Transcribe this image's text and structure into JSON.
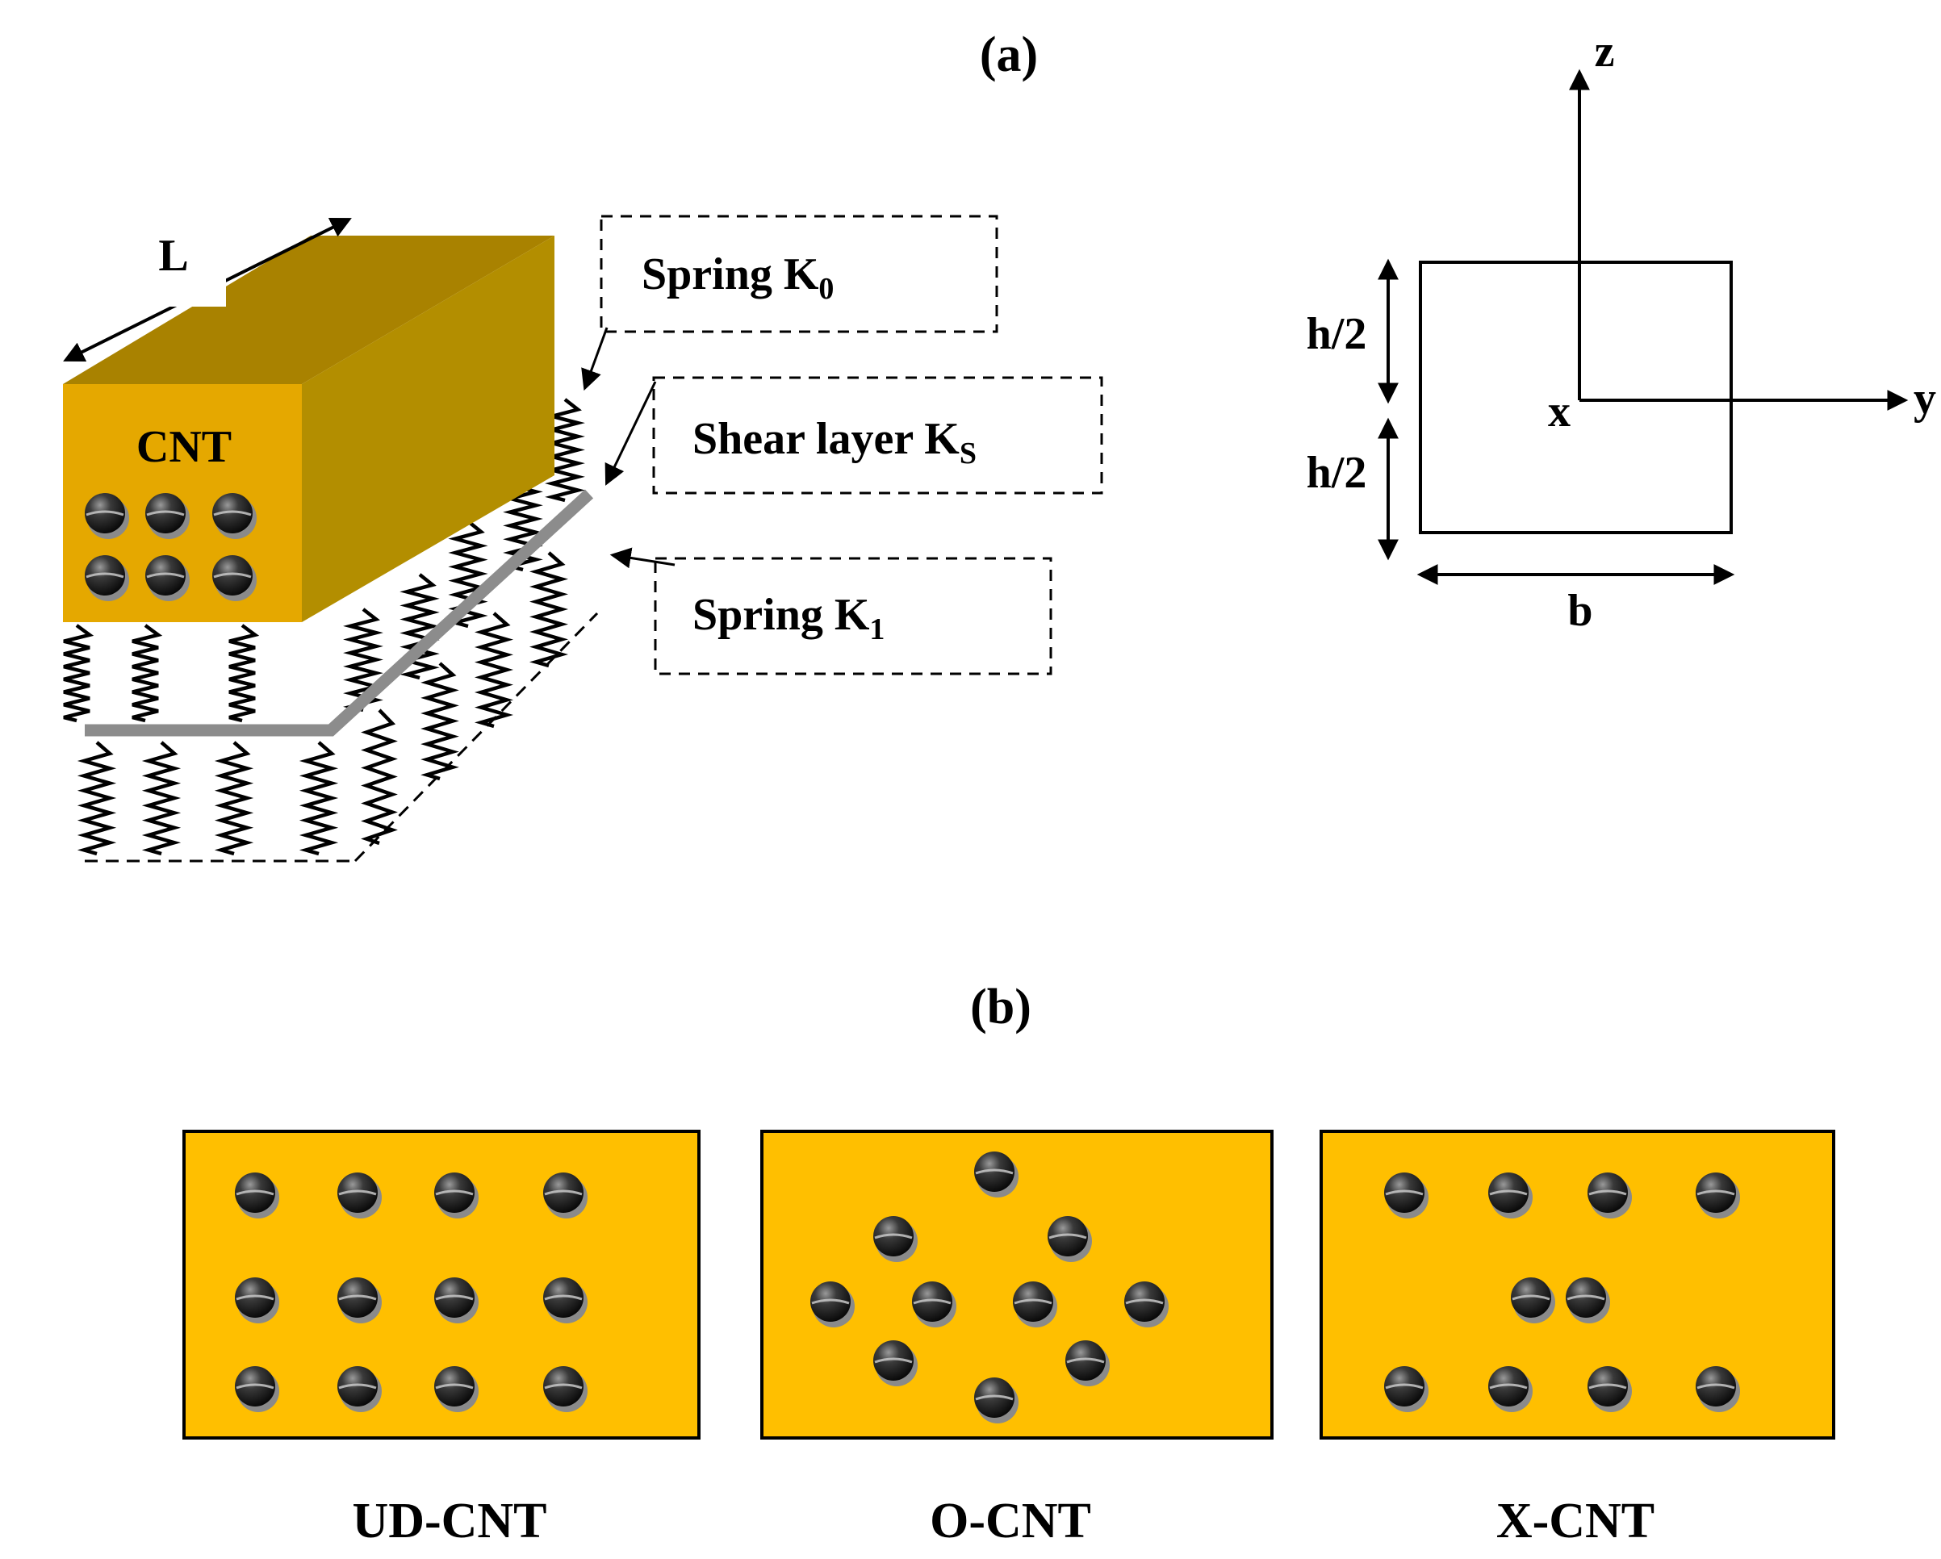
{
  "panels": {
    "a": {
      "label": "(a)",
      "beam": {
        "material_label": "CNT",
        "length_label": "L",
        "face_color": "#E5A800",
        "top_color": "#A98200",
        "side_color": "#B38E00"
      },
      "foundation": {
        "spring_k0": {
          "text": "Spring K",
          "subscript": "0"
        },
        "shear_layer": {
          "text": "Shear layer K",
          "subscript": "S"
        },
        "spring_k1": {
          "text": "Spring K",
          "subscript": "1"
        },
        "shear_layer_color": "#8C8C8C"
      },
      "cross_section": {
        "z_axis_label": "z",
        "y_axis_label": "y",
        "x_axis_label": "x",
        "upper_half_label": "h/2",
        "lower_half_label": "h/2",
        "width_label": "b"
      }
    },
    "b": {
      "label": "(b)",
      "fill_color": "#FFBF00",
      "distributions": [
        {
          "name": "UD-CNT"
        },
        {
          "name": "O-CNT"
        },
        {
          "name": "X-CNT"
        }
      ]
    }
  }
}
